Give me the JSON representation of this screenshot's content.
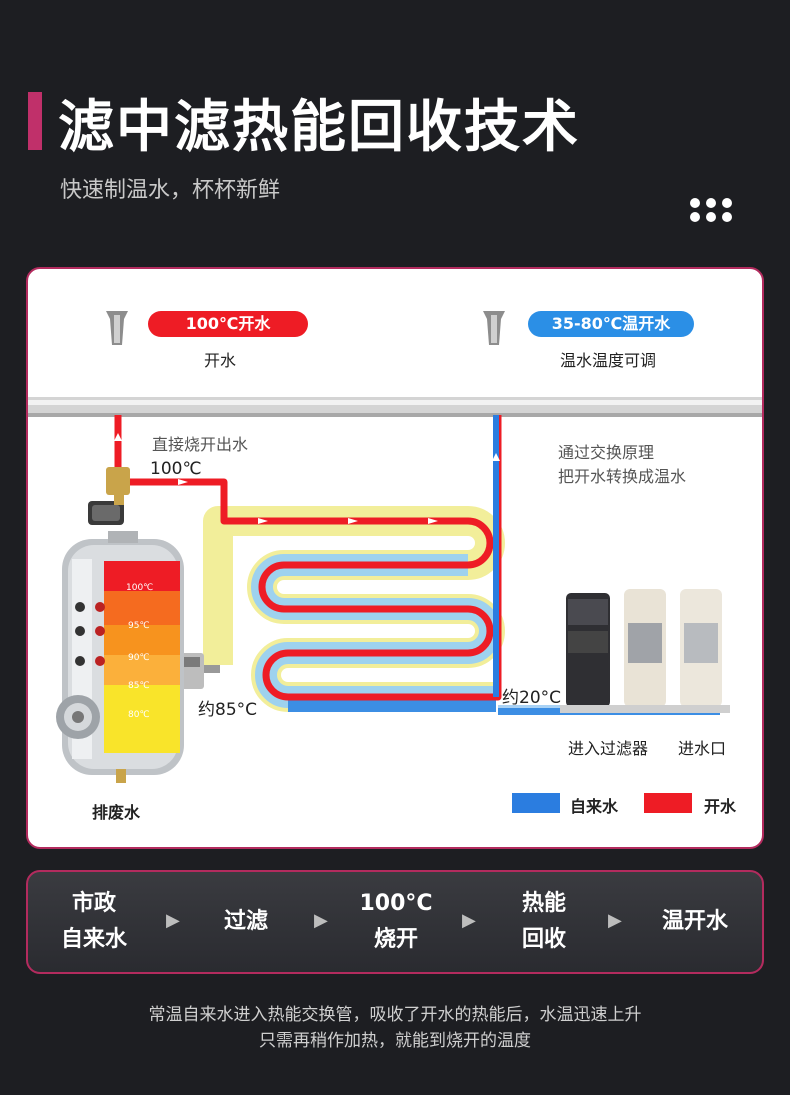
{
  "header": {
    "title": "滤中滤热能回收技术",
    "subtitle": "快速制温水，杯杯新鲜"
  },
  "diagram": {
    "tap_hot_pill": "100℃开水",
    "tap_hot_label": "开水",
    "tap_warm_pill": "35-80℃温开水",
    "tap_warm_label": "温水温度可调",
    "boil_direct": "直接烧开出水",
    "temp_100": "100℃",
    "exchange_line1": "通过交换原理",
    "exchange_line2": "把开水转换成温水",
    "temp_85": "约85°C",
    "temp_20": "约20°C",
    "filter_label": "进入过滤器",
    "inlet_label": "进水口",
    "drain_label": "排废水",
    "tank_levels": [
      "100℃",
      "95℃",
      "90℃",
      "85℃",
      "80℃"
    ],
    "legend_tap": "自来水",
    "legend_boil": "开水"
  },
  "colors": {
    "accent": "#c0306a",
    "hot": "#ee1c25",
    "cold": "#2b7de0",
    "warm_outer": "#f2ee9a"
  },
  "flow": {
    "steps": [
      {
        "line1": "市政",
        "line2": "自来水"
      },
      {
        "line1": "过滤",
        "line2": ""
      },
      {
        "line1": "100°C",
        "line2": "烧开"
      },
      {
        "line1": "热能",
        "line2": "回收"
      },
      {
        "line1": "温开水",
        "line2": ""
      }
    ],
    "arrow": "▶"
  },
  "footer": {
    "line1": "常温自来水进入热能交换管，吸收了开水的热能后，水温迅速上升",
    "line2": "只需再稍作加热，就能到烧开的温度"
  }
}
